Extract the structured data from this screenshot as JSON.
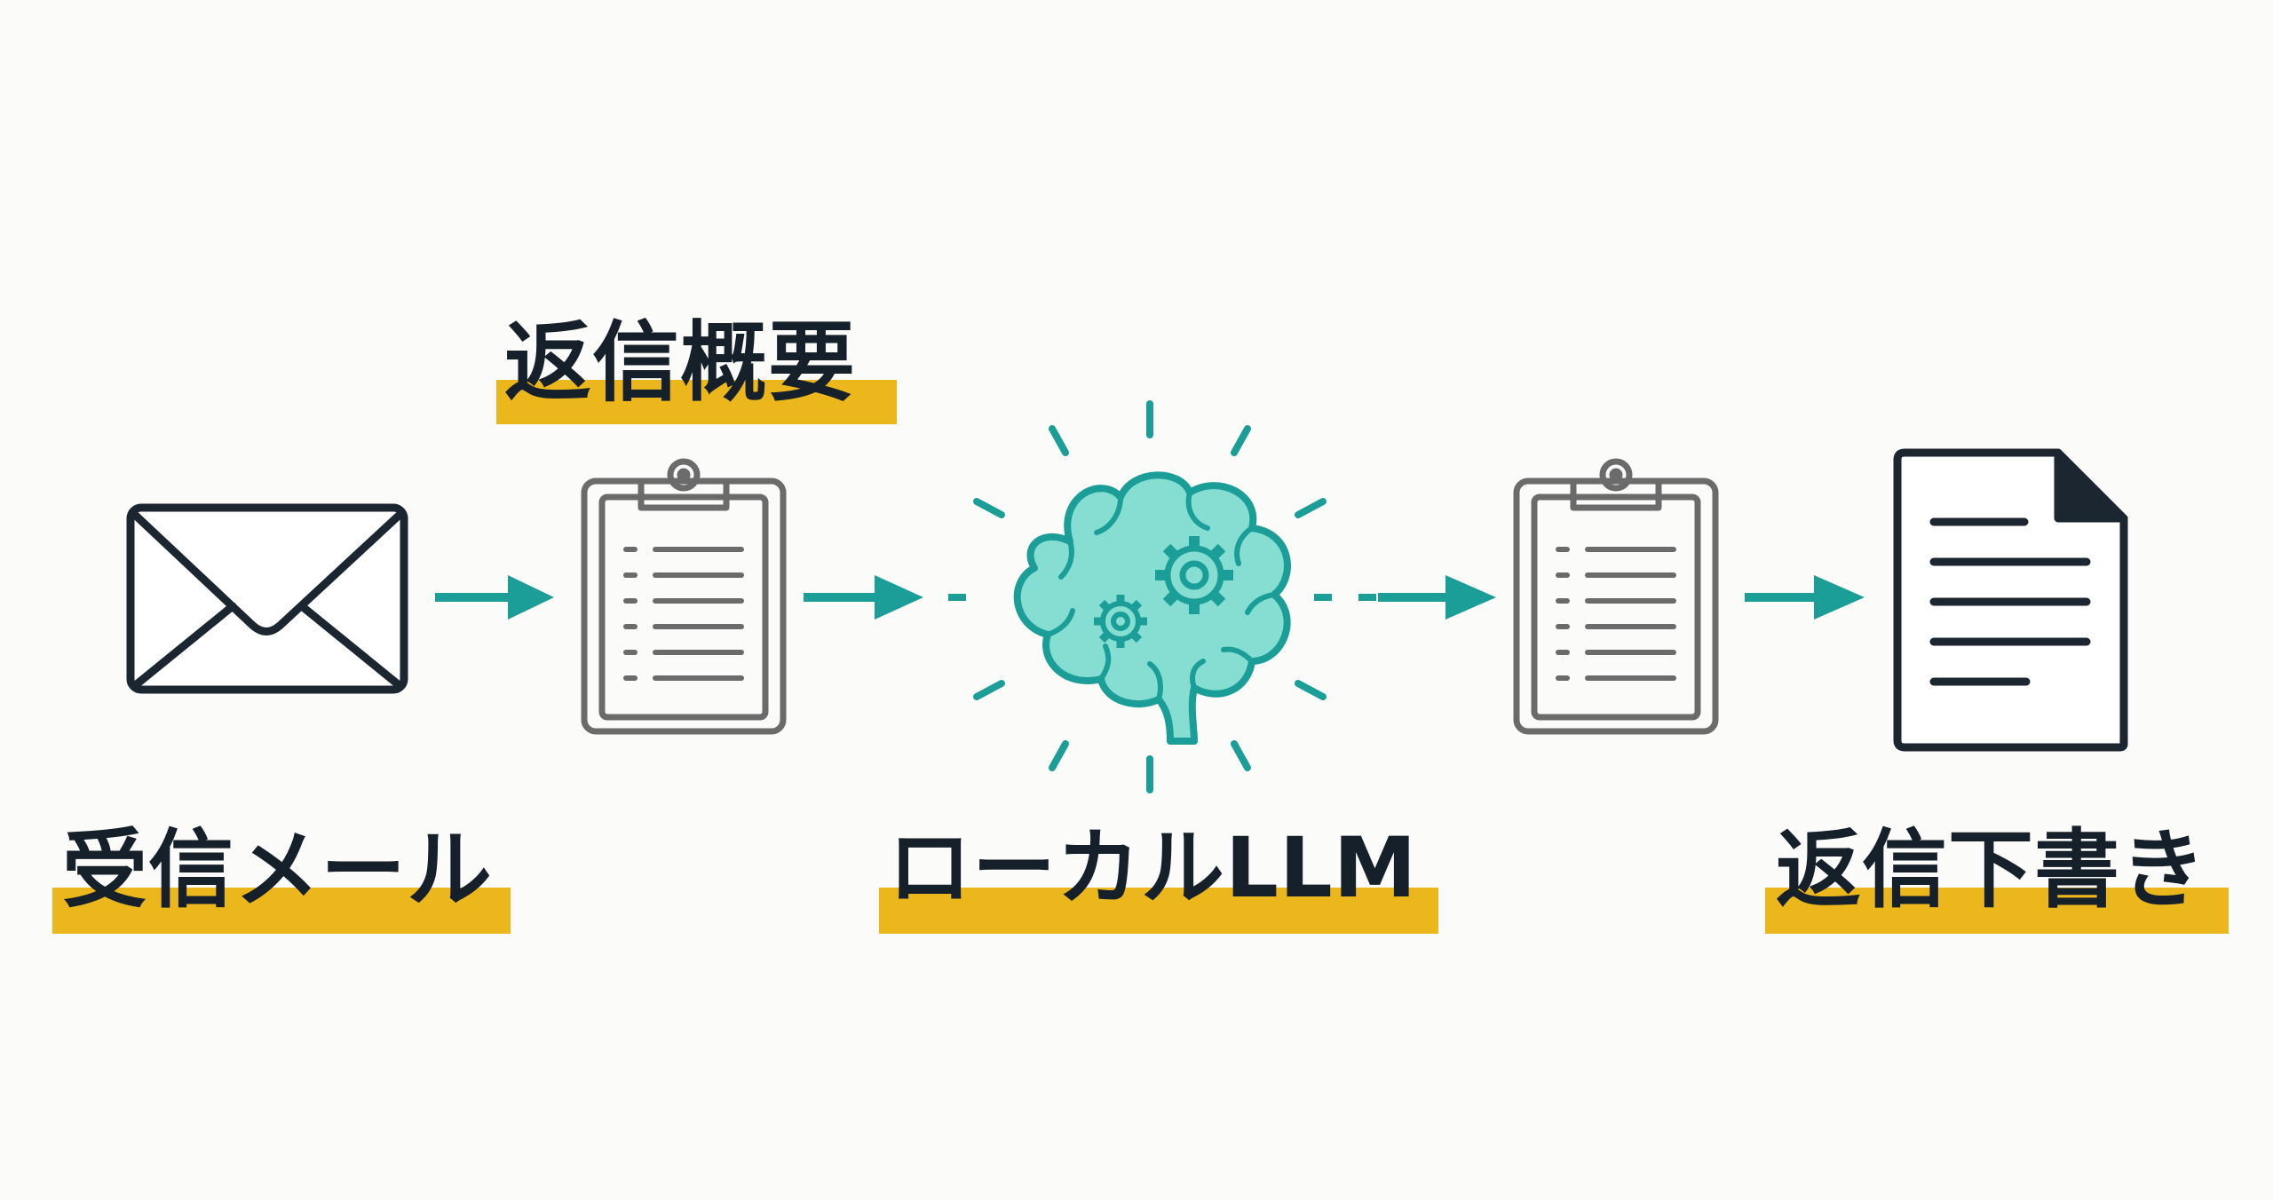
{
  "diagram": {
    "labels": {
      "reply_summary": "返信概要",
      "received_mail": "受信メール",
      "local_llm": "ローカルLLM",
      "reply_draft": "返信下書き"
    },
    "colors": {
      "background": "#fbfbf9",
      "text": "#16202b",
      "highlight": "#ecb71c",
      "accent_teal": "#1b9e98",
      "brain_fill": "#86ddd2",
      "icon_dark": "#1c2630",
      "icon_gray": "#6b6b6b"
    },
    "icons": [
      "envelope-icon",
      "clipboard-icon",
      "brain-gears-icon",
      "clipboard-icon",
      "document-icon"
    ]
  }
}
